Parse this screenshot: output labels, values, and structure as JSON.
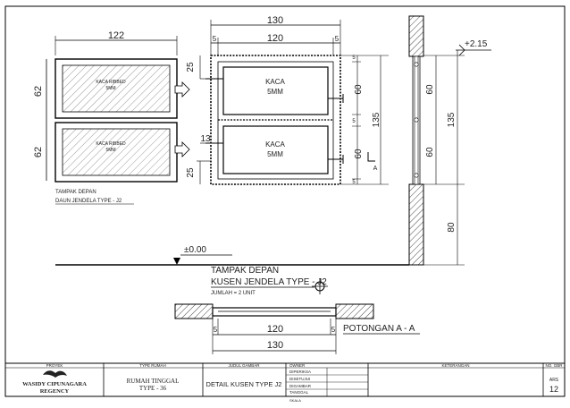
{
  "elevation": {
    "panel_width": "122",
    "panel_height_top": "62",
    "panel_height_bottom": "62",
    "glass_label_top": [
      "KACA RIBBED",
      "5MM"
    ],
    "glass_label_bottom": [
      "KACA RIBBED",
      "5MM"
    ],
    "caption": [
      "TAMPAK DEPAN",
      "DAUN JENDELA TYPE - J2"
    ]
  },
  "frame": {
    "overall_width": "130",
    "inner_width": "120",
    "side_margin": "5",
    "top_offset": "25",
    "mid_offset": "13",
    "bottom_offset": "25",
    "pane_height": "60",
    "rail": "5",
    "total_height": "135",
    "glass_label_top": [
      "KACA",
      "5MM"
    ],
    "glass_label_bottom": [
      "KACA",
      "5MM"
    ],
    "section_mark": "A",
    "caption_title": "TAMPAK DEPAN",
    "caption_name": "KUSEN JENDELA TYPE - J2",
    "caption_qty": "JUMLAH  = 2 UNIT"
  },
  "side_section": {
    "level_top": "+2.15",
    "pane_height": "60",
    "total_height": "135",
    "sill_height": "80"
  },
  "floor_level": "±0.00",
  "section_a": {
    "inner_width": "120",
    "overall_width": "130",
    "side_margin": "5",
    "title": "POTONGAN A - A"
  },
  "title_block": {
    "h_proyek": "PROYEK",
    "h_type": "TYPE RUMAH",
    "h_judul": "JUDUL GAMBAR",
    "h_owner": "OWNER",
    "h_ket": "KETERANGAN",
    "h_no": "NO. GBR",
    "project": [
      "WASIDY CIPUNAGARA",
      "REGENCY"
    ],
    "house_type": [
      "RUMAH TINGGAL",
      "TYPE - 36"
    ],
    "drawing_title": "DETAIL KUSEN TYPE J2",
    "rows": [
      "DIPERIKSA",
      "DISETUJUI",
      "DIGAMBAR",
      "TANGGAL",
      "SKALA"
    ],
    "sheet_code": "ARS",
    "sheet_no": "12"
  }
}
